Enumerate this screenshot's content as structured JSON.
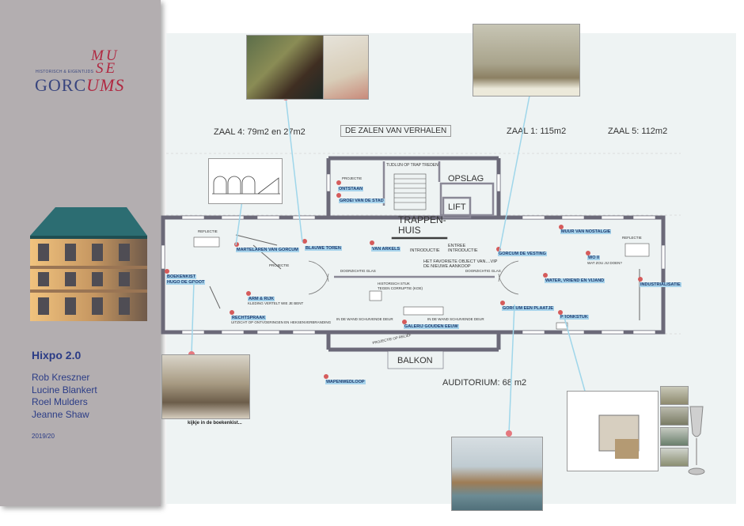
{
  "sidebar": {
    "logo_small": "HISTORISCH & EIGENTIJDS",
    "logo_mu": "MU",
    "logo_se": "SE",
    "logo_gor": "GORC",
    "logo_ums": "UMS",
    "title": "Hixpo 2.0",
    "members": [
      "Rob  Kreszner",
      "Lucine Blankert",
      "Roel Mulders",
      "Jeanne Shaw"
    ],
    "year": "2019/20"
  },
  "plan": {
    "zones": {
      "zaal4": "ZAAL 4: 79m2 en 27m2",
      "zalen": "DE ZALEN VAN VERHALEN",
      "zaal1": "ZAAL 1: 115m2",
      "zaal5": "ZAAL 5: 112m2",
      "auditorium": "AUDITORIUM: 68 m2",
      "trappen": "TRAPPEN-",
      "huis": "HUIS",
      "opslag": "OPSLAG",
      "lift": "LIFT",
      "balkon": "BALKON"
    },
    "labels": {
      "ontstaan": "ONTSTAAN",
      "groei": "GROEI VAN DE STAD",
      "blauwe": "BLAUWE TOREN",
      "arkels": "VAN ARKELS",
      "martelaren": "MARTELAREN VAN GORCUM",
      "boekenkist": "BOEKENKIST",
      "hugo": "HUGO DE GROOT",
      "arm": "ARM & RIJK",
      "rechtspraak": "RECHTSPRAAK",
      "vesting": "GORCUM DE VESTING",
      "nostalgie": "MUUR VAN NOSTALGIE",
      "wo2": "WO II",
      "water": "WATER, VRIEND EN VIJAND",
      "industrialisatie": "INDUSTRIALISATIE",
      "plaatje": "GORCUM EEN PLAATJE",
      "pronkstuk": "PRONKSTUK",
      "galerij": "GALERIJ GOUDEN EEUW",
      "wapenwedloop": "WAPENWEDLOOP",
      "favoriete": "HET FAVORIETE OBJECT VAN....VIP",
      "aankoop": "DE NIEUWE AANKOOP",
      "introductie": "INTRODUCTIE",
      "entree": "ENTREE",
      "entree_intro": "INTRODUCTIE",
      "tijdlijn": "TIJDLIJN OP TRAP TREDEN",
      "reflectie": "REFLECTIE",
      "reflectie2": "REFLECTIE",
      "projectie": "PROJECTIE",
      "projectie2": "PROJECTIE",
      "doorzicht1": "DOORZICHTIG GLAS",
      "doorzicht2": "DOORZICHTIG GLAS",
      "historisch": "HISTORISCH STUK",
      "corruptie": "TEGEN CORRUPTIE (KOE)",
      "schuif1": "IN DE WAND SCHUIVENDE DEUR",
      "schuif2": "IN DE WAND SCHUIVENDE DEUR",
      "relief": "PROJECTIE OP RELIEF",
      "kleding": "KLEDING VERTELT WIE JE BENT",
      "ontvoering": "UITZICHT OP ONTVOERINGEN EN HEKSENVERBRANDING",
      "wat_zou": "WAT ZOU JIJ DOEN?",
      "kijkje": "kijkje in de boekenkist..."
    }
  }
}
